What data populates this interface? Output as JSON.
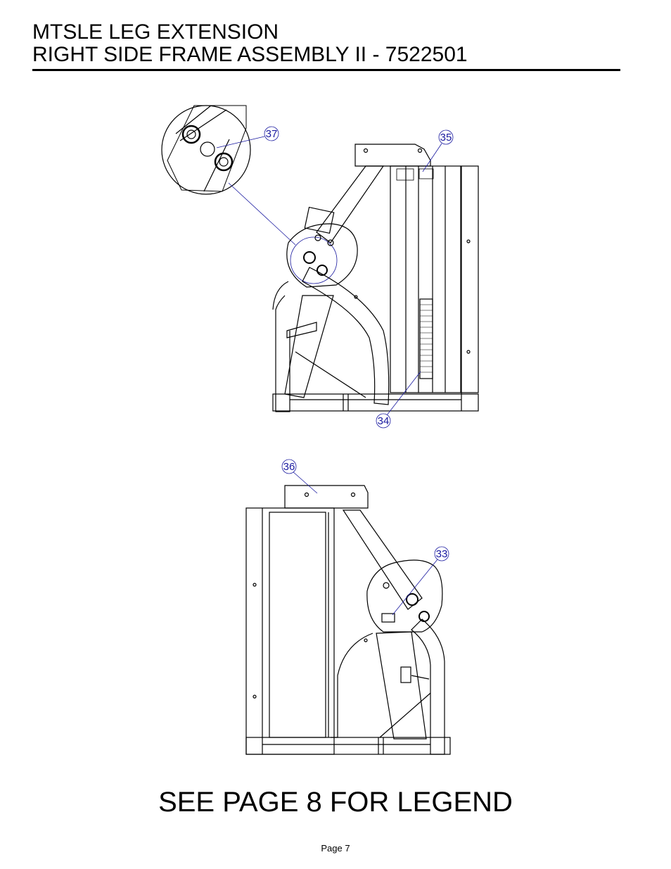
{
  "header": {
    "line1": "MTSLE LEG EXTENSION",
    "line2": "RIGHT SIDE FRAME ASSEMBLY II - 7522501"
  },
  "callouts": {
    "c37": "37",
    "c35": "35",
    "c34": "34",
    "c36": "36",
    "c33": "33"
  },
  "footer": {
    "legend_note": "SEE PAGE 8 FOR LEGEND",
    "page_label": "Page 7"
  },
  "colors": {
    "line": "#000000",
    "callout": "#1a1aa0"
  }
}
